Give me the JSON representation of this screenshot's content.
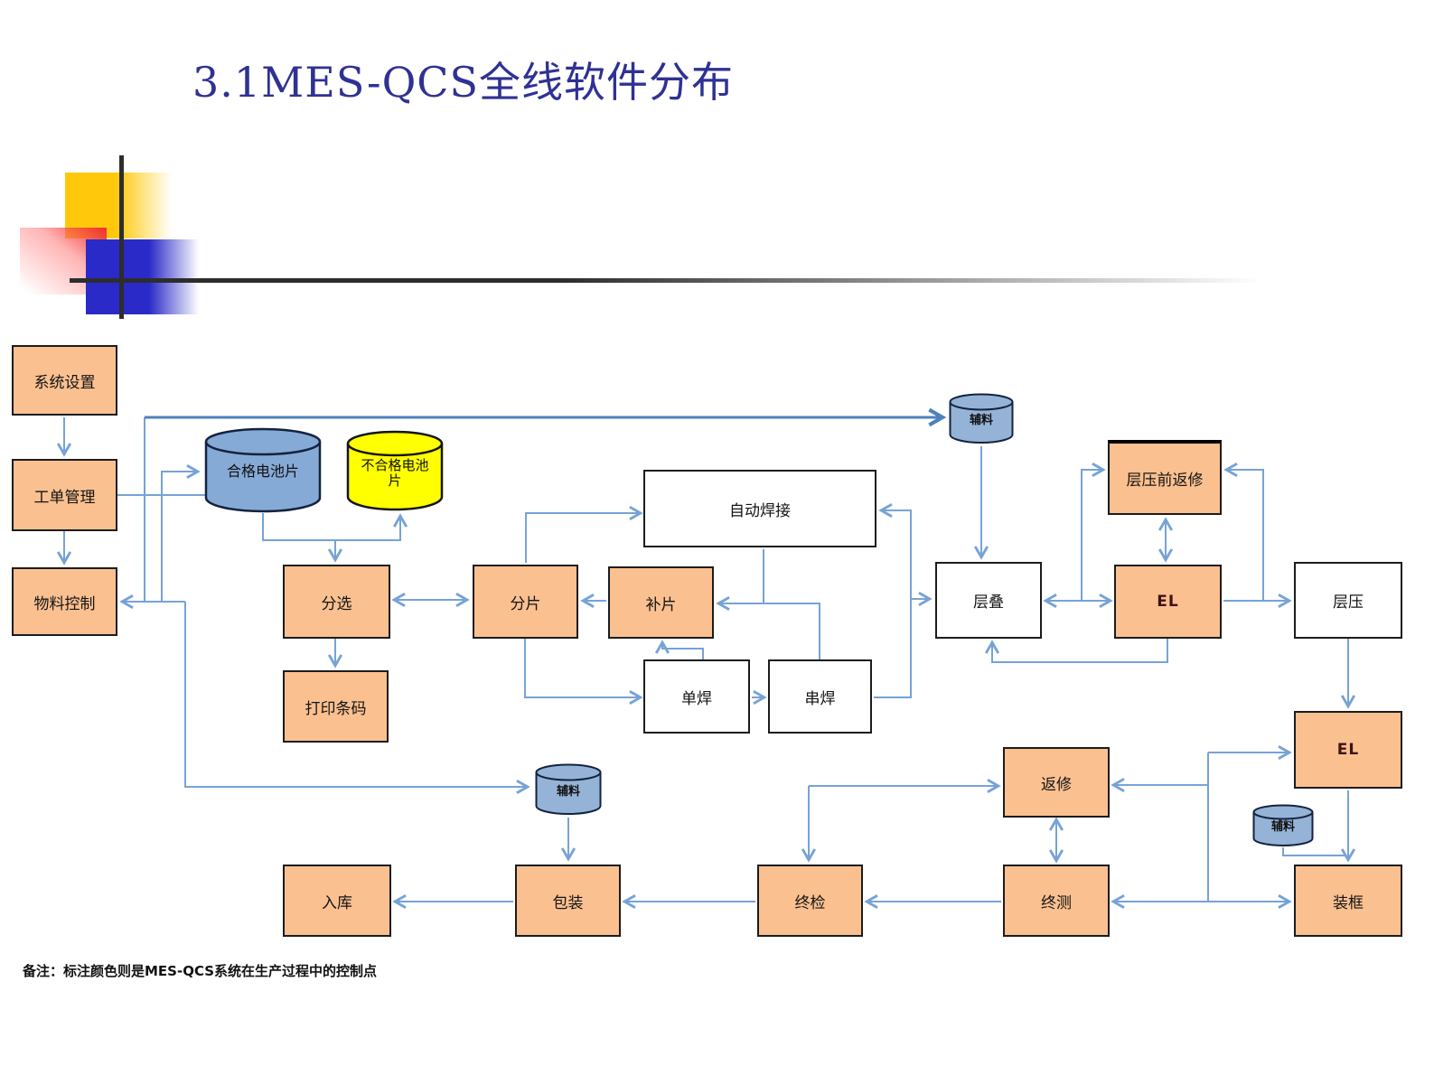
{
  "slide": {
    "title": "3.1MES-QCS全线软件分布",
    "note": "备注：标注颜色则是MES-QCS系统在生产过程中的控制点"
  },
  "colors": {
    "process_box_fill": "#FAC090",
    "plain_box_fill": "#FFFFFF",
    "cylinder_blue": "#95B3D7",
    "cylinder_blue_large": "#85AAD6",
    "cylinder_yellow": "#FFFF00",
    "connector": "#76A3D6",
    "connector_bold": "#4F81BD",
    "title_text": "#2F3193"
  },
  "nodes": {
    "system_setting": {
      "label": "系统设置"
    },
    "work_order": {
      "label": "工单管理"
    },
    "material_control": {
      "label": "物料控制"
    },
    "qualified_cells": {
      "label": "合格电池片"
    },
    "unqualified_cells": {
      "label": "不合格电池片"
    },
    "sorting": {
      "label": "分选"
    },
    "print_barcode": {
      "label": "打印条码"
    },
    "slicing": {
      "label": "分片"
    },
    "patching": {
      "label": "补片"
    },
    "auto_welding": {
      "label": "自动焊接"
    },
    "single_welding": {
      "label": "单焊"
    },
    "string_welding": {
      "label": "串焊"
    },
    "stacking": {
      "label": "层叠"
    },
    "pre_lamination_rework": {
      "label": "层压前返修"
    },
    "el_mid": {
      "label": "EL"
    },
    "lamination": {
      "label": "层压"
    },
    "el_right": {
      "label": "EL"
    },
    "framing": {
      "label": "装框"
    },
    "rework": {
      "label": "返修"
    },
    "final_test": {
      "label": "终测"
    },
    "final_inspection": {
      "label": "终检"
    },
    "packing": {
      "label": "包装"
    },
    "warehousing": {
      "label": "入库"
    },
    "aux_top": {
      "label": "辅料"
    },
    "aux_mid": {
      "label": "辅料"
    },
    "aux_right": {
      "label": "辅料"
    }
  }
}
